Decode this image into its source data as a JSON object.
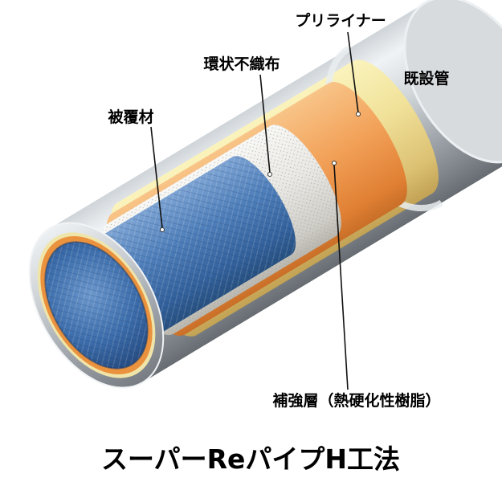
{
  "diagram": {
    "title": "スーパーReパイプH工法",
    "labels": {
      "preliner": "プリライナー",
      "nonwoven": "環状不織布",
      "covering": "被覆材",
      "existing_pipe": "既設管",
      "reinforcement": "補強層（熱硬化性樹脂）"
    },
    "layers": [
      {
        "name": "既設管",
        "role": "existing-pipe",
        "color": "#b9bec3"
      },
      {
        "name": "プリライナー",
        "role": "pre-liner",
        "color": "#f1e29a"
      },
      {
        "name": "補強層（熱硬化性樹脂）",
        "role": "reinforcement-resin",
        "color": "#ef9a4f"
      },
      {
        "name": "環状不織布",
        "role": "annular-nonwoven",
        "color": "#e9e8e4"
      },
      {
        "name": "被覆材",
        "role": "inner-covering",
        "color": "#3f6fae"
      }
    ]
  }
}
